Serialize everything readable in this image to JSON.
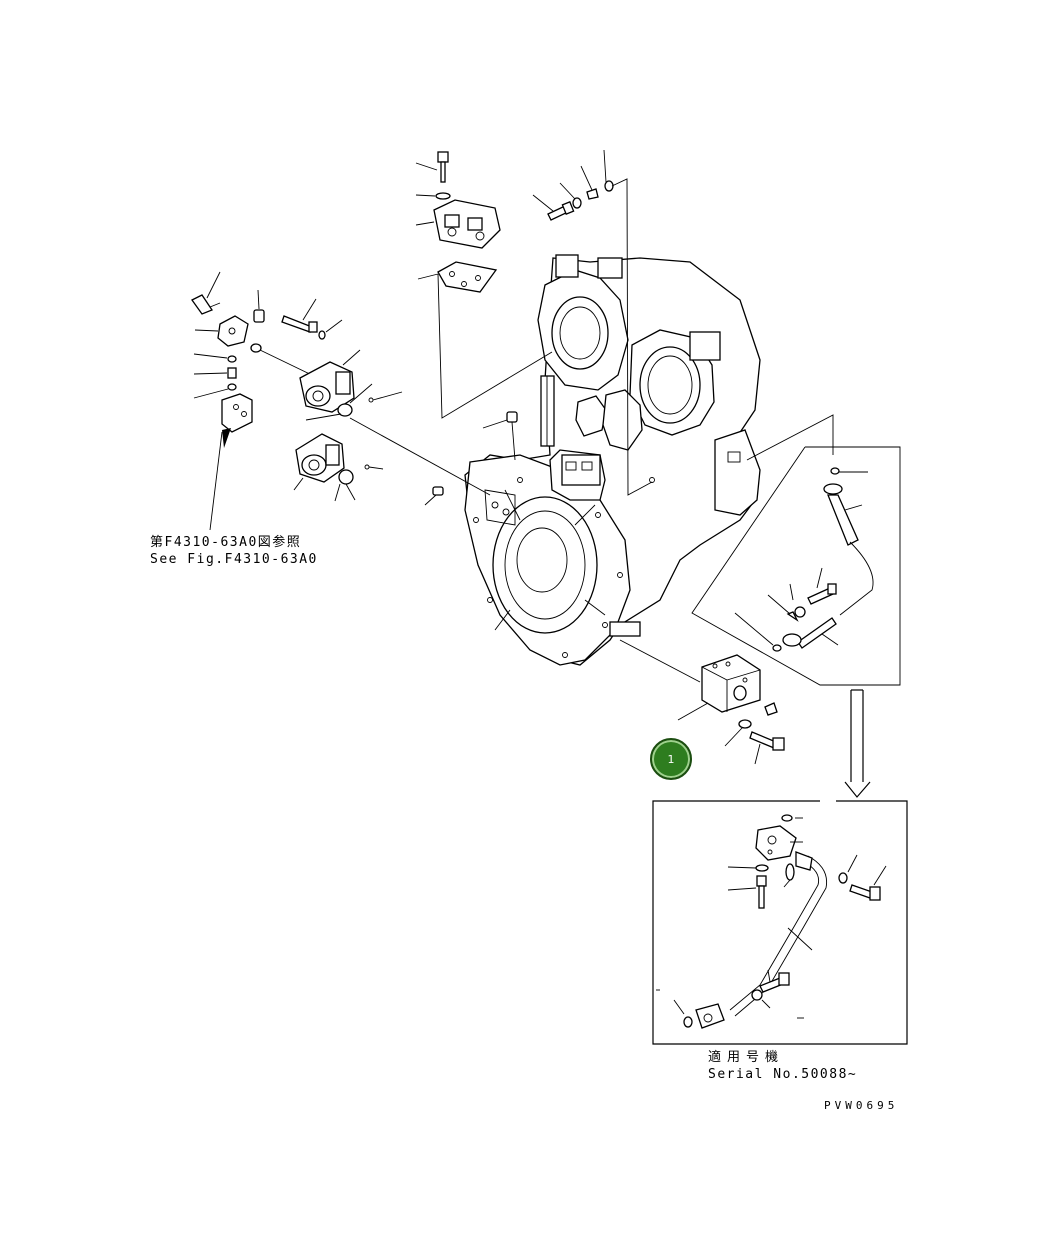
{
  "reference_note": {
    "japanese": "第F4310-63A0図参照",
    "english": "See Fig.F4310-63A0"
  },
  "serial_note": {
    "japanese": "適用号機",
    "english": "Serial No.50088~"
  },
  "drawing_code": "PVW0695",
  "callouts": [
    {
      "number": "1",
      "color": "#2e7d1f"
    }
  ]
}
